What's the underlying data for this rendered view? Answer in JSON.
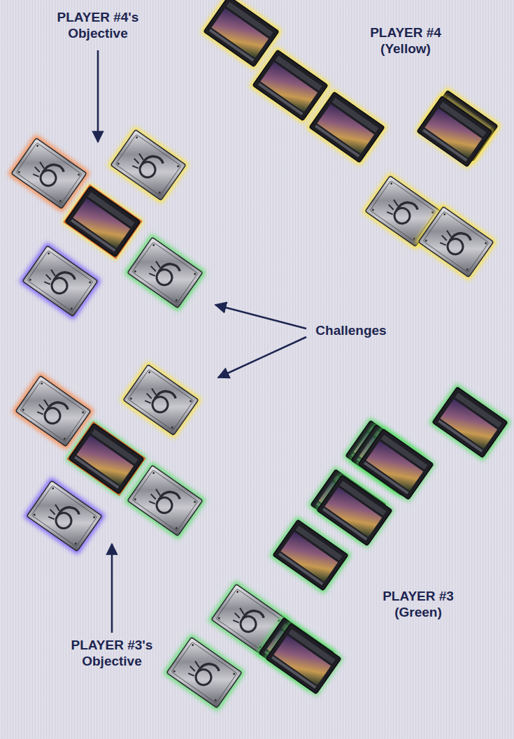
{
  "diagram": {
    "labels": [
      "PLAYER #4's Objective",
      "PLAYER #4 (Yellow)",
      "Challenges",
      "PLAYER #3's Objective",
      "PLAYER #3 (Green)"
    ]
  }
}
